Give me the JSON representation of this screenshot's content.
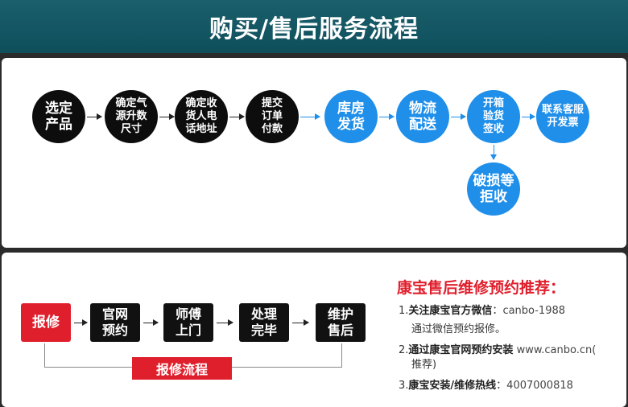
{
  "header": {
    "title": "购买/售后服务流程"
  },
  "purchase_flow": {
    "steps": [
      {
        "label": "选定\n产品"
      },
      {
        "label": "确定气\n源升数\n尺寸"
      },
      {
        "label": "确定收\n货人电\n话地址"
      },
      {
        "label": "提交\n订单\n付款"
      },
      {
        "label": "库房\n发货"
      },
      {
        "label": "物流\n配送"
      },
      {
        "label": "开箱\n验货\n签收"
      },
      {
        "label": "联系客服\n开发票"
      }
    ],
    "branch": {
      "label": "破损等\n拒收"
    }
  },
  "repair_flow": {
    "steps": [
      {
        "label": "报修"
      },
      {
        "label": "官网\n预约"
      },
      {
        "label": "师傅\n上门"
      },
      {
        "label": "处理\n完毕"
      },
      {
        "label": "维护\n售后"
      }
    ],
    "caption": "报修流程"
  },
  "recommendation": {
    "title": "康宝售后维修预约推荐：",
    "items": [
      {
        "num": "1.",
        "label": "关注康宝官方微信",
        "sep": "：",
        "value": "canbo-1988",
        "note": "通过微信预约报修。"
      },
      {
        "num": "2.",
        "label": "通过康宝官网预约安装",
        "sep": " ",
        "value": "www.canbo.cn(",
        "note": "推荐)"
      },
      {
        "num": "3.",
        "label": "康宝安装/维修热线",
        "sep": "：",
        "value": "4007000818"
      }
    ]
  },
  "colors": {
    "header_bg": "#0f4f5c",
    "blue": "#1f8fea",
    "black": "#0d0d0d",
    "red": "#e01f2d"
  }
}
